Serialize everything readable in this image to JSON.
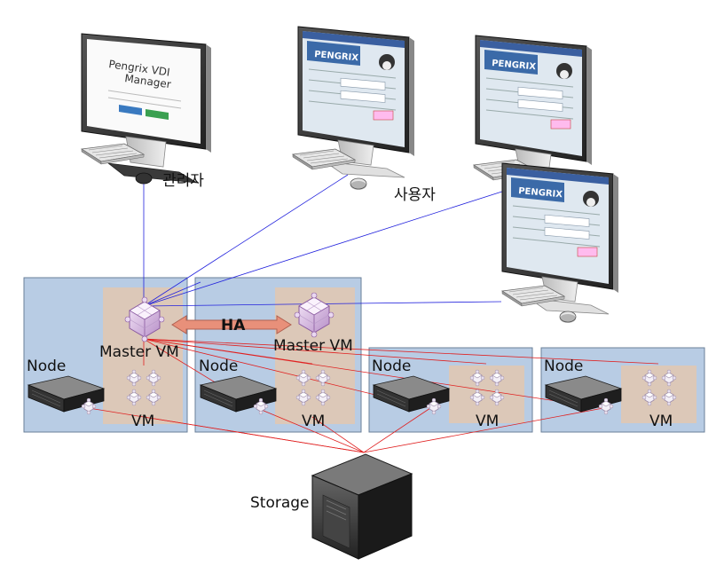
{
  "labels": {
    "admin": "관리자",
    "users": "사용자",
    "ha": "HA",
    "master_vm": "Master VM",
    "node": "Node",
    "vm": "VM",
    "storage": "Storage"
  },
  "admin_screen": {
    "title_line1": "Pengrix VDI",
    "title_line2": "Manager"
  },
  "user_screen": {
    "brand": "PENGRIX"
  },
  "colors": {
    "node_box": "#b8cce4",
    "vm_area": "#dcc8b8",
    "link_blue": "#2222dd",
    "link_red": "#e02020",
    "ha_arrow": "#e8907a"
  }
}
